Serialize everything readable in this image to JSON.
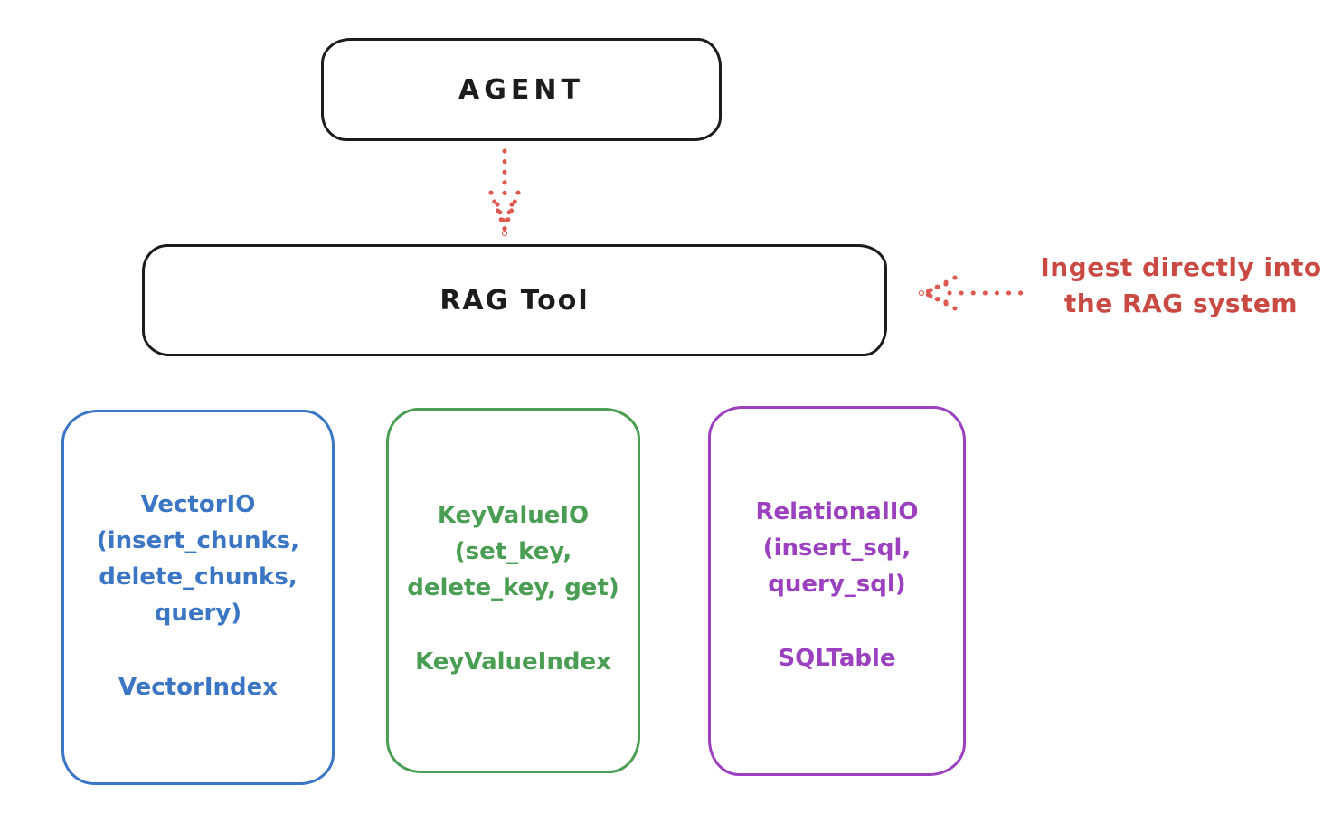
{
  "agent_box": {
    "label": "AGENT"
  },
  "rag_tool_box": {
    "label": "RAG Tool"
  },
  "ingest_annotation": {
    "text": "Ingest directly into\nthe RAG system"
  },
  "arrows": {
    "agent_to_rag_tool": "dotted-arrow-down",
    "ingest_into_rag": "dotted-arrow-left"
  },
  "palette": {
    "ink_black": "#1c1c1c",
    "annotation_red": "#c94a42",
    "arrow_red": "#dd584e",
    "vector_blue": "#3b76c4",
    "keyvalue_green": "#4a9e53",
    "relational_purple": "#9b40bf",
    "background": "#ffffff"
  },
  "stores": [
    {
      "name": "VectorIO",
      "methods_text": "VectorIO\n(insert_chunks,\ndelete_chunks,\nquery)",
      "index_label": "VectorIndex",
      "color": "#3b76c4"
    },
    {
      "name": "KeyValueIO",
      "methods_text": "KeyValueIO\n(set_key,\ndelete_key, get)",
      "index_label": "KeyValueIndex",
      "color": "#4a9e53"
    },
    {
      "name": "RelationalIO",
      "methods_text": "RelationalIO\n(insert_sql,\nquery_sql)",
      "index_label": "SQLTable",
      "color": "#9b40bf"
    }
  ]
}
